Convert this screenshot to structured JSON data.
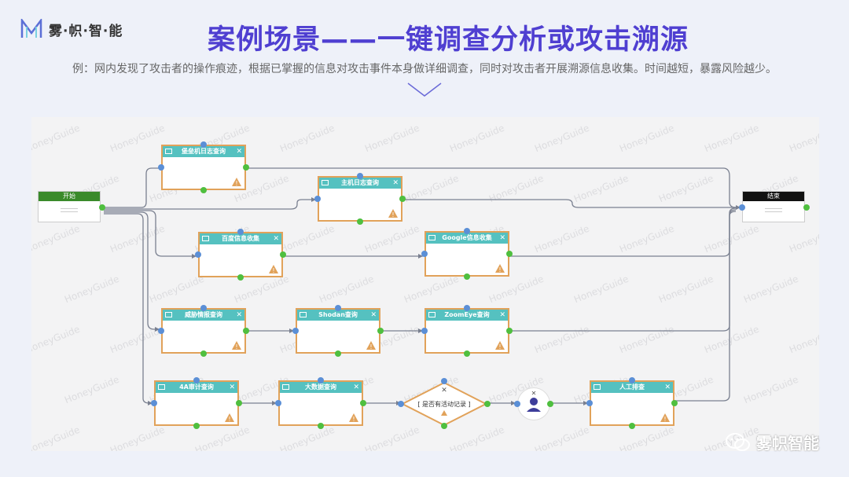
{
  "brand": {
    "logo_text": "雾·帜·智·能"
  },
  "title": "案例场景——一键调查分析或攻击溯源",
  "subtitle": "例：网内发现了攻击者的操作痕迹，根据已掌握的信息对攻击事件本身做详细调查，同时对攻击者开展溯源信息收集。时间越短，暴露风险越少。",
  "watermark": "HoneyGuide",
  "flow": {
    "start_label": "开始",
    "end_label": "结束",
    "nodes": {
      "bastion": "堡垒机日志查询",
      "hostlog": "主机日志查询",
      "baidu": "百度信息收集",
      "google": "Google信息收集",
      "threat": "威胁情报查询",
      "shodan": "Shodan查询",
      "zoomeye": "ZoomEye查询",
      "audit4a": "4A审计查询",
      "bigdata": "大数据查询",
      "decision": "[ 是否有活动记录 ]",
      "manual": "人工排查"
    }
  },
  "footer": {
    "wechat_label": "雾帜智能"
  },
  "colors": {
    "title": "#4f3fd1",
    "node_header": "#55c1c0",
    "node_border": "#e1a25a",
    "start_header": "#3a8a2a",
    "end_header": "#111111"
  }
}
